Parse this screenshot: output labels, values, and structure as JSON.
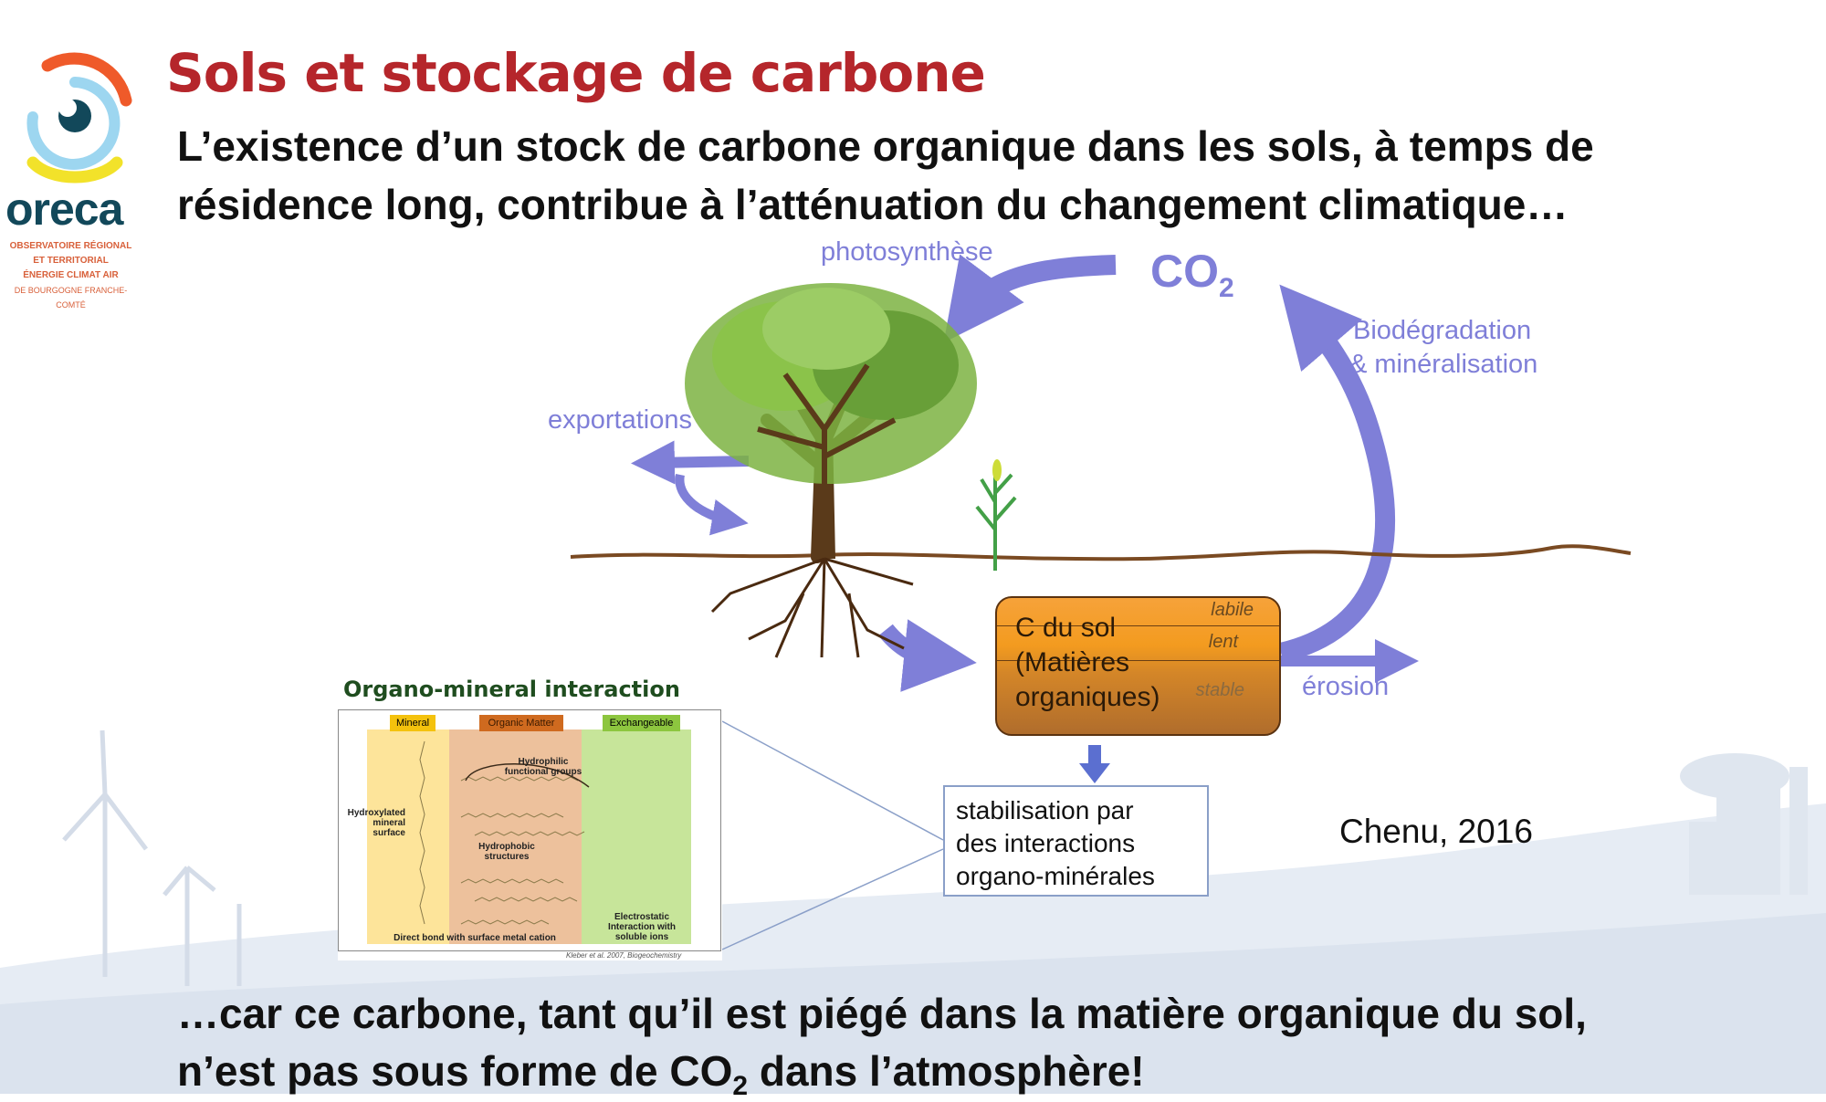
{
  "logo": {
    "name": "oreca",
    "tagline": [
      "OBSERVATOIRE RÉGIONAL",
      "ET TERRITORIAL",
      "ÉNERGIE CLIMAT AIR",
      "DE BOURGOGNE FRANCHE-COMTÉ"
    ]
  },
  "title": "Sols et stockage de carbone",
  "lead": {
    "line1": "L’existence d’un stock de carbone organique dans les sols, à temps de",
    "line2": "résidence long, contribue à l’atténuation du changement climatique…"
  },
  "diagram": {
    "photosynthese": "photosynthèse",
    "co2": "CO",
    "co2_sub": "2",
    "biodegradation_1": "Biodégradation",
    "biodegradation_2": "& minéralisation",
    "exportations": "exportations",
    "soil_box": {
      "line1": "C du sol",
      "line2": "(Matières",
      "line3": "organiques)",
      "pools": [
        "labile",
        "lent",
        "stable"
      ]
    },
    "erosion": "érosion",
    "stabilisation": [
      "stabilisation par",
      "des interactions",
      "organo-minérales"
    ],
    "citation": "Chenu, 2016"
  },
  "inset": {
    "title": "Organo-mineral interaction",
    "headers": [
      "Mineral",
      "Organic Matter",
      "Exchangeable"
    ],
    "colors": {
      "mineral": "#fde49a",
      "organic": "#edc19c",
      "exchangeable": "#c7e59a"
    },
    "labels": {
      "hydrophilic": "Hydrophilic functional groups",
      "hydroxylated": "Hydroxylated mineral surface",
      "hydrophobic": "Hydrophobic structures",
      "direct_bond": "Direct bond with surface metal cation",
      "electrostatic": "Electrostatic Interaction with soluble ions"
    },
    "source": "Kleber et al. 2007, Biogeochemistry"
  },
  "conclusion": {
    "line1": "…car ce carbone, tant qu’il est piégé dans la matière organique du sol,",
    "line2_a": "n’est pas sous forme de CO",
    "line2_sub": "2",
    "line2_b": " dans l’atmosphère!"
  },
  "colors": {
    "title": "#b5262b",
    "arrow": "#7f7fd8",
    "ground": "#7a4a22"
  }
}
